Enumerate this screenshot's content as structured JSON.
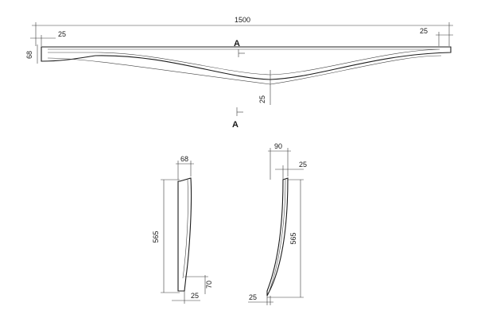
{
  "top_view": {
    "overall_length": "1500",
    "left_end": "25",
    "right_end": "25",
    "height": "68",
    "sag": "25",
    "section_mark_top": "A",
    "section_mark_bottom": "A"
  },
  "side_view_left": {
    "top_width": "68",
    "height": "565",
    "foot_height": "70",
    "foot_width": "25"
  },
  "side_view_right": {
    "top_width": "90",
    "top_offset": "25",
    "height": "565",
    "foot_width": "25"
  },
  "colors": {
    "line": "#1c1c1c",
    "dimension": "#3a3a3a",
    "background": "#ffffff"
  }
}
